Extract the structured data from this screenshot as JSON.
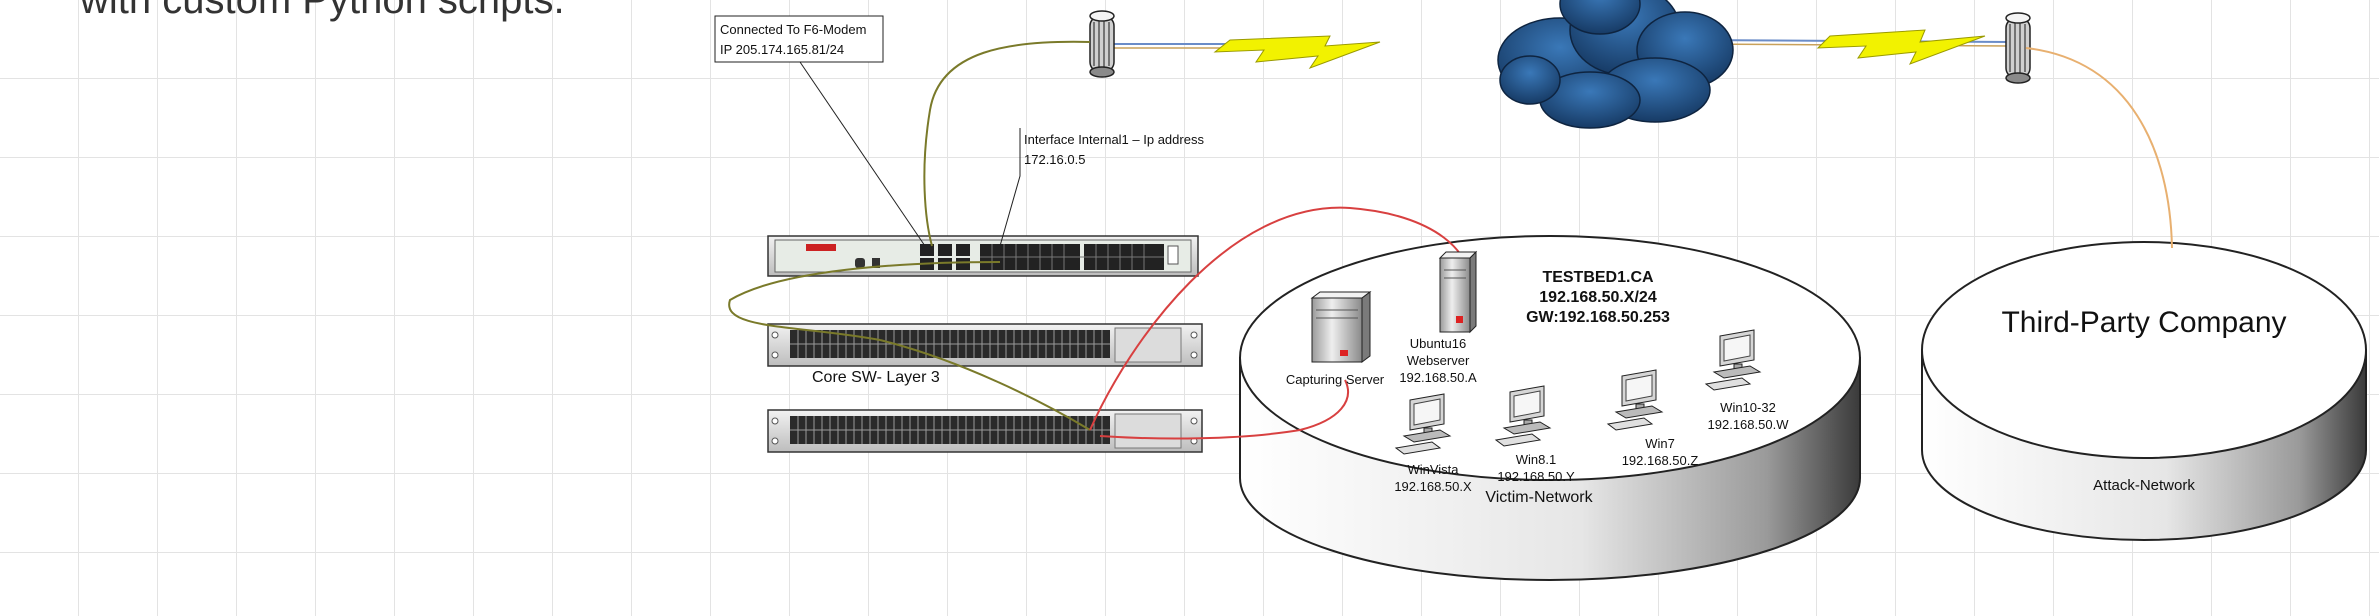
{
  "heading_fragment": "with custom Python scripts.",
  "modem_callout": {
    "line1": "Connected To F6-Modem",
    "line2": "IP 205.174.165.81/24"
  },
  "interface_callout": {
    "line1": "Interface Internal1 – Ip address",
    "line2": "172.16.0.5"
  },
  "core_switch_label": "Core SW- Layer 3",
  "victim_network": {
    "name": "TESTBED1.CA",
    "subnet": "192.168.50.X/24",
    "gateway": "GW:192.168.50.253",
    "label": "Victim-Network",
    "hosts": [
      {
        "id": "capturing-server",
        "lines": [
          "Capturing Server"
        ]
      },
      {
        "id": "ubuntu16-webserver",
        "lines": [
          "Ubuntu16",
          "Webserver",
          "192.168.50.A"
        ]
      },
      {
        "id": "winvista",
        "lines": [
          "WinVista",
          "192.168.50.X"
        ]
      },
      {
        "id": "win8-1",
        "lines": [
          "Win8.1",
          "192.168.50.Y"
        ]
      },
      {
        "id": "win7",
        "lines": [
          "Win7",
          "192.168.50.Z"
        ]
      },
      {
        "id": "win10-32",
        "lines": [
          "Win10-32",
          "192.168.50.W"
        ]
      }
    ]
  },
  "attack_network": {
    "company": "Third-Party Company",
    "label": "Attack-Network"
  },
  "colors": {
    "cable_olive": "#7a7a2a",
    "cable_red": "#d84040",
    "cable_orange": "#e8b070",
    "wan_blue": "#6a8cc8",
    "lightning": "#f2f200",
    "cloud": "#1f4f8a"
  }
}
